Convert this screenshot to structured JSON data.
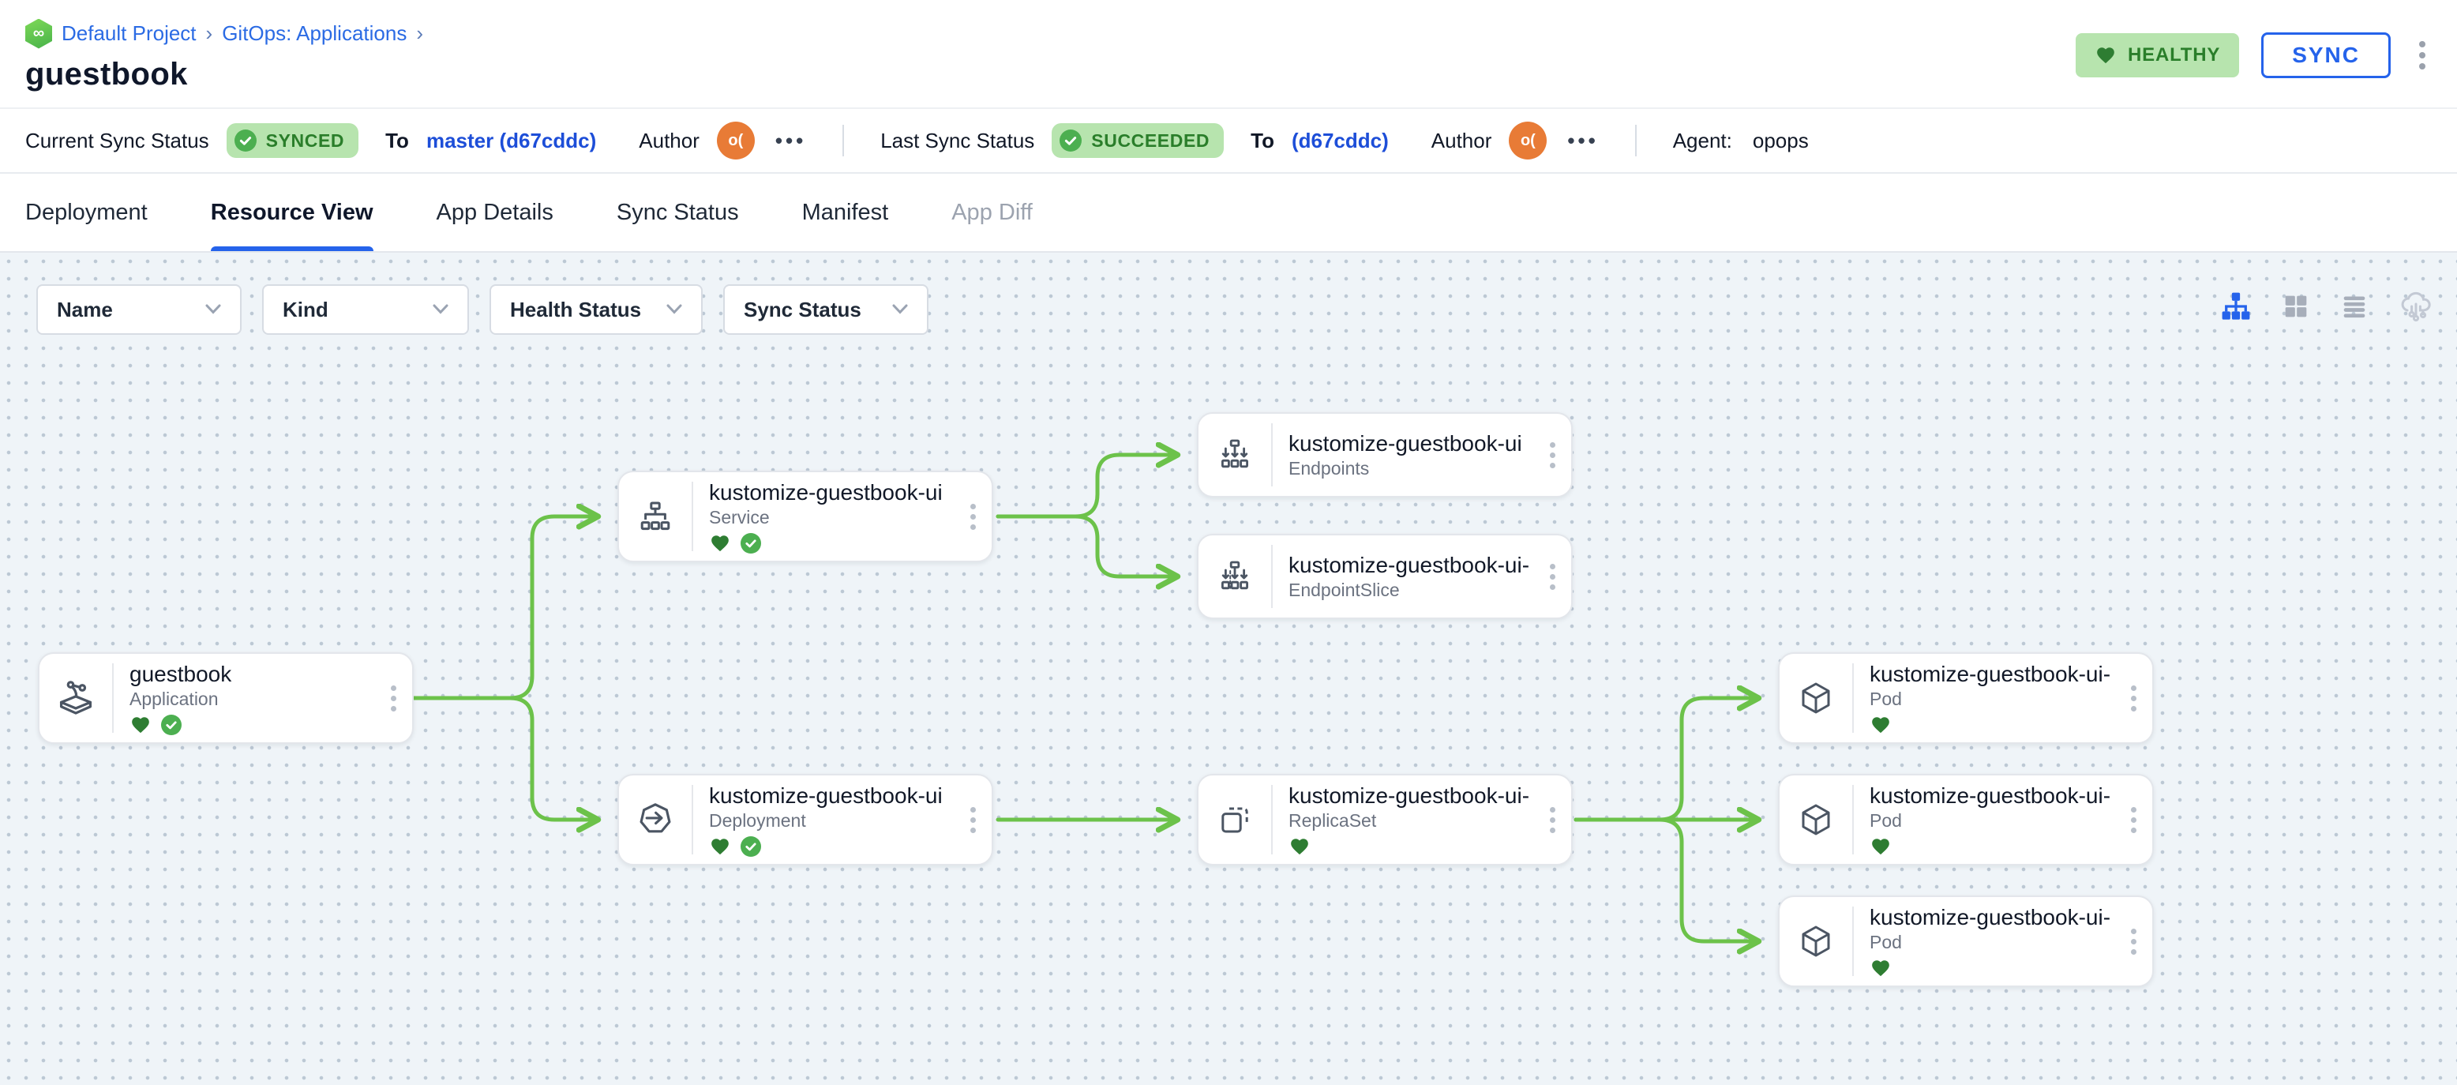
{
  "breadcrumb": {
    "items": [
      "Default Project",
      "GitOps: Applications"
    ],
    "separator": "›"
  },
  "title": "guestbook",
  "header": {
    "health_label": "HEALTHY",
    "sync_label": "SYNC"
  },
  "statusbar": {
    "current_label": "Current Sync Status",
    "current_badge": "SYNCED",
    "to_label": "To",
    "current_revision": "master (d67cddc)",
    "author_label": "Author",
    "avatar_initials": "o(",
    "more_label": "•••",
    "last_label": "Last Sync Status",
    "last_badge": "SUCCEEDED",
    "last_revision": "(d67cddc)",
    "agent_label": "Agent:",
    "agent_value": "opops"
  },
  "tabs": [
    {
      "label": "Deployment",
      "state": "normal"
    },
    {
      "label": "Resource View",
      "state": "active"
    },
    {
      "label": "App Details",
      "state": "normal"
    },
    {
      "label": "Sync Status",
      "state": "normal"
    },
    {
      "label": "Manifest",
      "state": "normal"
    },
    {
      "label": "App Diff",
      "state": "disabled"
    }
  ],
  "filters": [
    {
      "label": "Name"
    },
    {
      "label": "Kind"
    },
    {
      "label": "Health Status"
    },
    {
      "label": "Sync Status"
    }
  ],
  "view_toggles": [
    {
      "name": "tree-view",
      "active": true
    },
    {
      "name": "grid-view",
      "active": false
    },
    {
      "name": "list-view",
      "active": false
    },
    {
      "name": "cloud-hierarchy-view",
      "active": false
    }
  ],
  "graph": {
    "nodes": [
      {
        "title": "guestbook",
        "kind": "Application",
        "healthy": true,
        "synced": true
      },
      {
        "title": "kustomize-guestbook-ui",
        "kind": "Service",
        "healthy": true,
        "synced": true
      },
      {
        "title": "kustomize-guestbook-ui",
        "kind": "Endpoints",
        "healthy": false,
        "synced": false
      },
      {
        "title": "kustomize-guestbook-ui-...",
        "kind": "EndpointSlice",
        "healthy": false,
        "synced": false
      },
      {
        "title": "kustomize-guestbook-ui",
        "kind": "Deployment",
        "healthy": true,
        "synced": true
      },
      {
        "title": "kustomize-guestbook-ui-...",
        "kind": "ReplicaSet",
        "healthy": true,
        "synced": false
      },
      {
        "title": "kustomize-guestbook-ui-...",
        "kind": "Pod",
        "healthy": true,
        "synced": false
      },
      {
        "title": "kustomize-guestbook-ui-...",
        "kind": "Pod",
        "healthy": true,
        "synced": false
      },
      {
        "title": "kustomize-guestbook-ui-...",
        "kind": "Pod",
        "healthy": true,
        "synced": false
      }
    ],
    "edges": [
      {
        "from": "guestbook (Application)",
        "to": "kustomize-guestbook-ui (Service)"
      },
      {
        "from": "guestbook (Application)",
        "to": "kustomize-guestbook-ui (Deployment)"
      },
      {
        "from": "kustomize-guestbook-ui (Service)",
        "to": "kustomize-guestbook-ui (Endpoints)"
      },
      {
        "from": "kustomize-guestbook-ui (Service)",
        "to": "kustomize-guestbook-ui-... (EndpointSlice)"
      },
      {
        "from": "kustomize-guestbook-ui (Deployment)",
        "to": "kustomize-guestbook-ui-... (ReplicaSet)"
      },
      {
        "from": "kustomize-guestbook-ui-... (ReplicaSet)",
        "to": "kustomize-guestbook-ui-... (Pod)"
      },
      {
        "from": "kustomize-guestbook-ui-... (ReplicaSet)",
        "to": "kustomize-guestbook-ui-... (Pod)"
      },
      {
        "from": "kustomize-guestbook-ui-... (ReplicaSet)",
        "to": "kustomize-guestbook-ui-... (Pod)"
      }
    ]
  },
  "colors": {
    "accent_blue": "#2563eb",
    "link_blue": "#2b6be4",
    "revision_blue": "#1d4ed8",
    "edge_green": "#6cc24a",
    "healthy_green": "#2e7d32",
    "synced_check_green": "#4caf50",
    "badge_bg_green": "#b7e4ae",
    "badge_text_green": "#2a7e2a",
    "avatar_orange": "#e87b36",
    "canvas_bg": "#eff4f8"
  }
}
